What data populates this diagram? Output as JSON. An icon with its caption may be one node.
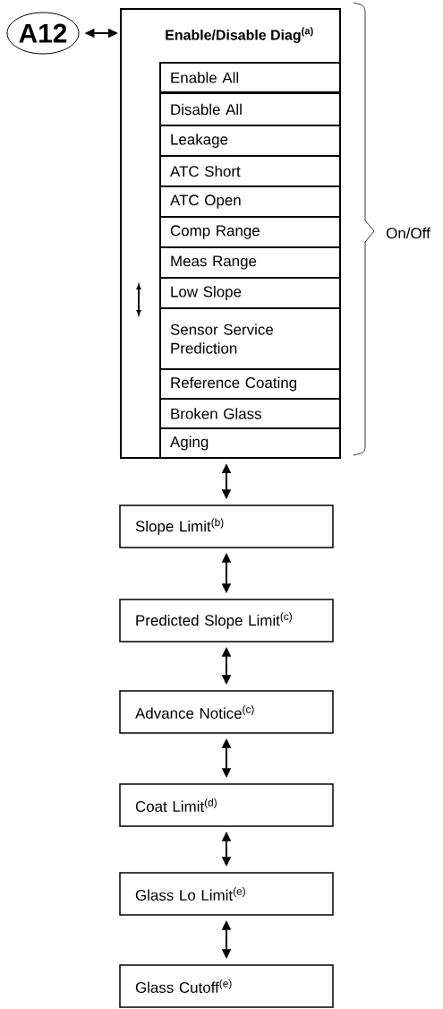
{
  "diagram": {
    "nodes": [
      {
        "text": [
          "A12"
        ]
      },
      {
        "text": [
          "Enable/Disable Diag$^{(a)}$"
        ]
      },
      {
        "text": [
          "Enable All"
        ],
        "in": 1
      },
      {
        "text": [
          "Disable All"
        ],
        "in": 1
      },
      {
        "text": [
          "Leakage"
        ],
        "in": 1
      },
      {
        "text": [
          "ATC Short"
        ],
        "in": 1
      },
      {
        "text": [
          "ATC Open"
        ],
        "in": 1
      },
      {
        "text": [
          "Comp Range"
        ],
        "in": 1
      },
      {
        "text": [
          "Meas Range"
        ],
        "in": 1
      },
      {
        "text": [
          "Low Slope"
        ],
        "in": 1
      },
      {
        "text": [
          "Sensor Service Prediction"
        ],
        "in": 1
      },
      {
        "text": [
          "Reference Coating"
        ],
        "in": 1
      },
      {
        "text": [
          "Broken Glass"
        ],
        "in": 1
      },
      {
        "text": [
          "Aging"
        ],
        "in": 1
      },
      {
        "text": [
          "Slope Limit$^{(b)}$"
        ]
      },
      {
        "text": [
          "Predicted Slope Limit$^{(c)}$"
        ]
      },
      {
        "text": [
          "Advance Notice$^{(c)}$"
        ]
      },
      {
        "text": [
          "Coat Limit$^{(d)}$"
        ]
      },
      {
        "text": [
          "Glass Lo Limit$^{(e)}$"
        ]
      },
      {
        "text": [
          "Glass Cutoff$^{(e)}$"
        ]
      }
    ],
    "edges": [
      {
        "from": 0,
        "to": 1,
        "arrow": "both"
      },
      {
        "from": 1,
        "to": 14,
        "arrow": "both"
      },
      {
        "from": 14,
        "to": 15,
        "arrow": "both"
      },
      {
        "from": 15,
        "to": 16,
        "arrow": "both"
      },
      {
        "from": 16,
        "to": 17,
        "arrow": "both"
      },
      {
        "from": 17,
        "to": 18,
        "arrow": "both"
      },
      {
        "from": 18,
        "to": 19,
        "arrow": "both"
      }
    ],
    "labels": [
      "On/Off"
    ]
  }
}
